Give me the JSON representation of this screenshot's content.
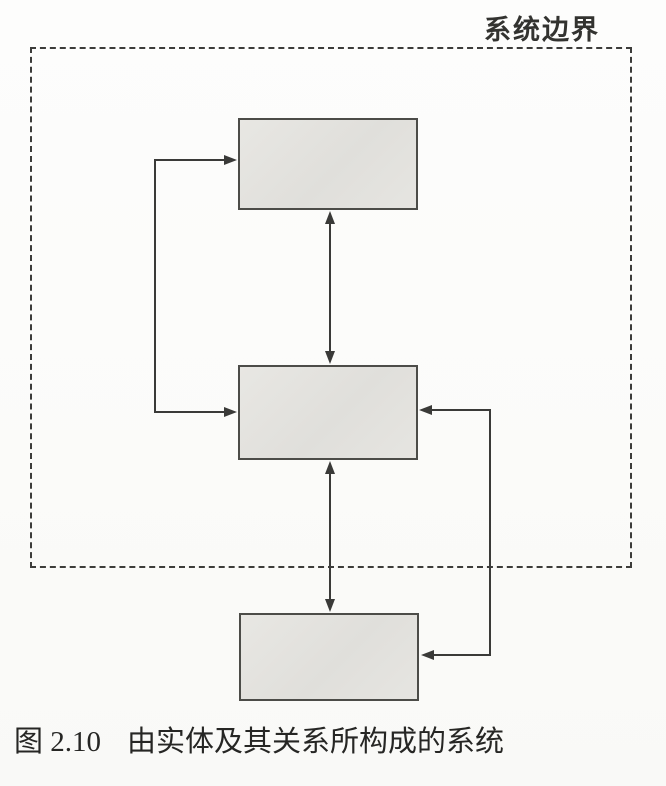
{
  "diagram": {
    "boundary_label": "系统边界",
    "caption_number": "图 2.10",
    "caption_text": "由实体及其关系所构成的系统",
    "colors": {
      "box_fill": "#e3e2de",
      "box_border": "#4c4c48",
      "line": "#3a3a38",
      "boundary_dash": "#3c3c3a",
      "paper": "#fbfbf9"
    },
    "boxes": [
      {
        "id": "entity-top"
      },
      {
        "id": "entity-middle"
      },
      {
        "id": "entity-bottom"
      }
    ],
    "connections": [
      {
        "id": "arrow-top-middle",
        "type": "double-headed-vertical"
      },
      {
        "id": "arrow-middle-bottom",
        "type": "double-headed-vertical"
      },
      {
        "id": "arrow-left-loop",
        "type": "double-headed-routed-left"
      },
      {
        "id": "arrow-right-loop",
        "type": "double-headed-routed-right"
      }
    ]
  }
}
